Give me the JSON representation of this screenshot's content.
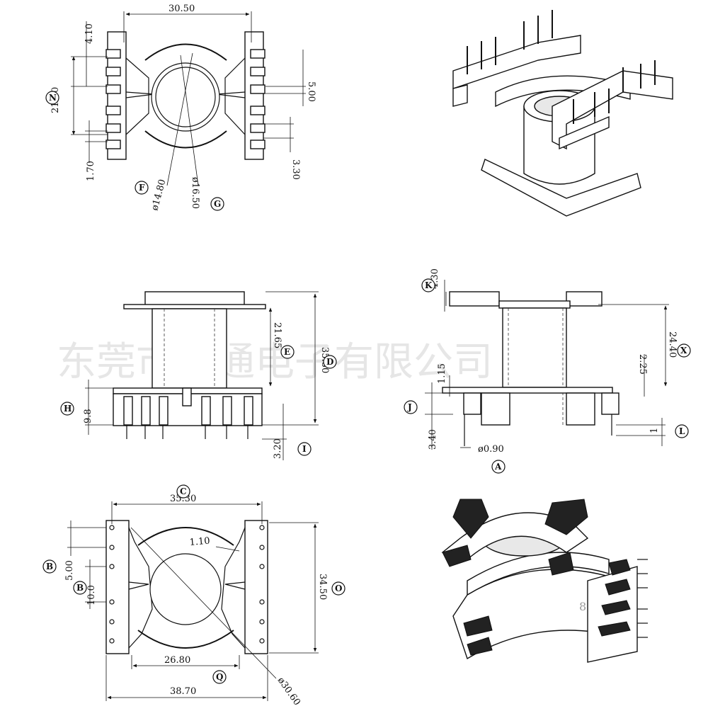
{
  "watermark": "东莞市扬通电子有限公司",
  "top_view": {
    "dims": {
      "width": "30.50",
      "pitch_top": "4.10",
      "span": "21.50",
      "right_gap": "5.00",
      "bottom_left": "1.70",
      "bottom_right": "3.30",
      "inner_dia": "ø14.80",
      "outer_dia": "ø16.50"
    },
    "labels": {
      "n": "N",
      "f": "F",
      "g": "G"
    }
  },
  "front_view": {
    "dims": {
      "height": "21.65",
      "total": "35.80",
      "base": "9.8",
      "pin": "3.20"
    },
    "labels": {
      "e": "E",
      "d": "D",
      "h": "H",
      "i": "I"
    }
  },
  "side_view": {
    "dims": {
      "flange": "4.30",
      "height": "24.40",
      "gap": "1.15",
      "inner": "2.25",
      "base": "3.40",
      "pin_dia": "ø0.90",
      "lead": "1"
    },
    "labels": {
      "k": "K",
      "x": "X",
      "j": "J",
      "a": "A",
      "l": "L"
    }
  },
  "bottom_view": {
    "dims": {
      "top_width": "35.30",
      "wall": "1.10",
      "pitch": "5.00",
      "span": "10.0",
      "height": "34.50",
      "inner_width": "26.80",
      "total_width": "38.70",
      "dia": "ø30.60"
    },
    "labels": {
      "c": "C",
      "b1": "B",
      "b2": "B",
      "o": "O",
      "q": "Q"
    }
  },
  "iso_marks": {
    "part_mark": "8"
  }
}
